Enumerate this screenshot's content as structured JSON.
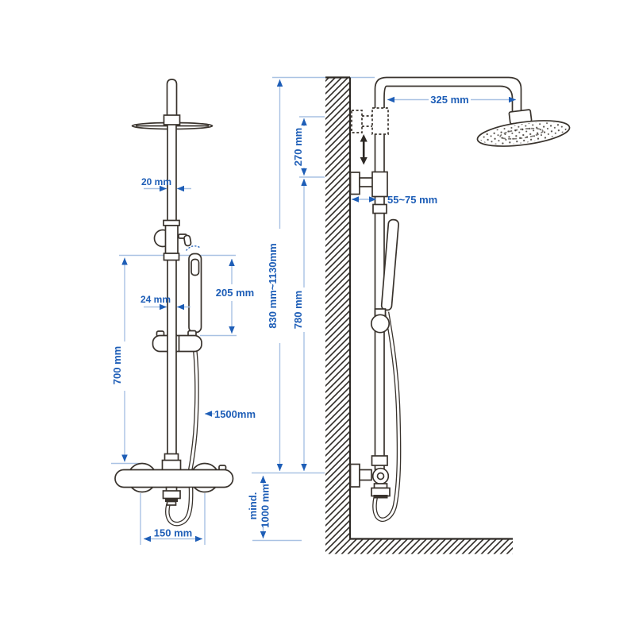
{
  "diagram": {
    "kind": "shower-system-installation-drawing",
    "views": {
      "front_view_name": "front view of shower column",
      "side_view_name": "side view mounted on wall"
    },
    "colors": {
      "background": "#ffffff",
      "drawing_line": "#39332d",
      "dimension_line": "#a9c2e3",
      "dimension_text": "#1e5eb7"
    },
    "front_view": {
      "dim_top_pipe_diameter": "20 mm",
      "dim_riser_diameter": "24 mm",
      "dim_hand_shower_length": "205 mm",
      "dim_rail_height": "700 mm",
      "dim_hose_length": "1500mm",
      "dim_mixer_connection_spacing": "150 mm"
    },
    "center_dims": {
      "dim_total_height_range": "830 mm~1130mm",
      "dim_upper_adjust_range": "270 mm",
      "dim_lower_section": "780 mm",
      "dim_min_height_line1": "mind.",
      "dim_min_height_line2": "1000 mm"
    },
    "side_view": {
      "dim_arm_projection": "325 mm",
      "dim_wall_clearance": "55~75 mm"
    }
  }
}
